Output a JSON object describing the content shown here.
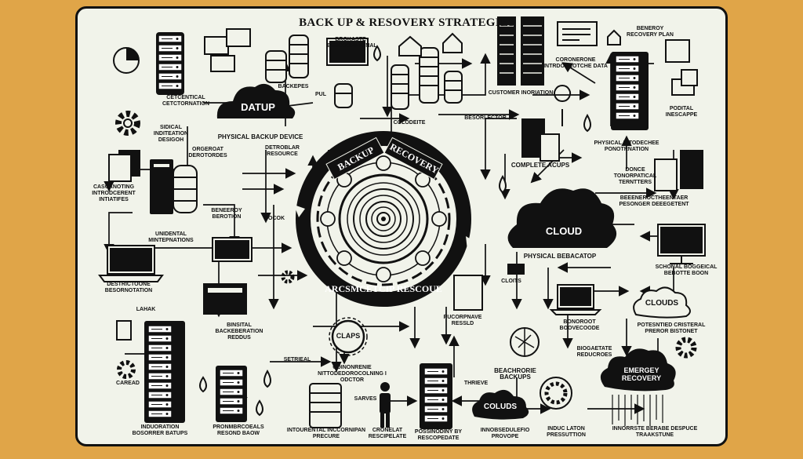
{
  "title": "BACK UP & RESOVERY STRATEGIES",
  "ring": {
    "backup": "BACKUP",
    "recovery": "RECOVERY",
    "bottom": "ARCSMCETCIP RESCOUE"
  },
  "clouds": {
    "datup": "DATUP",
    "cloud": "CLOUD",
    "clouds_right": "CLOUDS",
    "colds": "COLUDS",
    "emergency": "EMERGEY RECOVERY",
    "claps": "CLAPS"
  },
  "labels": {
    "cetcentical": "CETCENTICAL CETCTORNATION",
    "sidical": "SIDICAL INDITEATION DESIGOH",
    "cascanoting": "CASCANOTING INTRODCERENT INTIATIFES",
    "physical_backup_device": "PHYSICAL BACKUP DEVICE",
    "orgeroat": "ORGEROAT DEROTORDES",
    "detroblar": "DETROBLAR RESOURCE",
    "backepes": "BACKEPES",
    "pul": "PUL",
    "brokaste": "BROKASTE BESCOORNATNAL",
    "colodeite": "COLODEITE",
    "customer_info": "CUSTOMER INORIATION",
    "besorlector": "BESORLECTOR",
    "coronerone": "CORONERONE INTRDORROTCHE DATA",
    "beneroy_plan": "BENEROY RECOVERY PLAN",
    "podital": "PODITAL INESCAPPE",
    "physical_introdechee": "PHYSICAL INTODECHEE PONOTRNATION",
    "complete_acups": "COMPLETE ACUPS",
    "donce": "DONCE TONORPATICAL TERNTTERS",
    "beeneroct": "BEEENEROCTHEENTAER PESONGER DEEEGETENT",
    "unidental": "UNIDENTAL MINTEPNATIONS",
    "beneeroy": "BENEEROY BEROTION",
    "bocok": "BOCOK",
    "destrictoone": "DESTRICTOONE BESORNOTATION",
    "lahak": "LAHAK",
    "physical_bebacatop": "PHYSICAL BEBACATOP",
    "cloits": "CLOITS",
    "schonal": "SCHONAL BOGGEICAL BEBOTTE BOON",
    "pucorpnave": "PUCORPNAVE RESSLD",
    "binsital": "BINSITAL BACKEBERATION REDDUS",
    "bonoroot": "BONOROOT BOOVECOODE",
    "biogaetate": "BIOGAETATE REDUCROES",
    "potesntied": "POTESNTIED CRISTERAL PREROR BISTONET",
    "setrieal": "SETRIEAL",
    "coinonrenie": "COINONRENIE NITTODEDOROCOLNING I ODCTOR",
    "beachrorie": "BEACHRORIE BACKUPS",
    "thrieve": "THRIEVE",
    "caread": "CAREAD",
    "induoration": "INDUORATION BOSORRER BATUPS",
    "pronmbrcoeals": "PRONMBRCOEALS RESOND BAOW",
    "intourental": "INTOURENTAL INCCORNIPAN PRECURE",
    "sarves": "SARVES",
    "cronelat": "CRONELAT RESCIPELATE",
    "possinodiny": "POSSINODINY BY RESCOPEDATE",
    "innobsedulefio": "INNOBSEDULEFIO PROVOPE",
    "induc_laton": "INDUC LATON PRESSUTTION",
    "innorrste": "INNORRSTE BERABE DESPUCE TRAAKSTUNE"
  }
}
